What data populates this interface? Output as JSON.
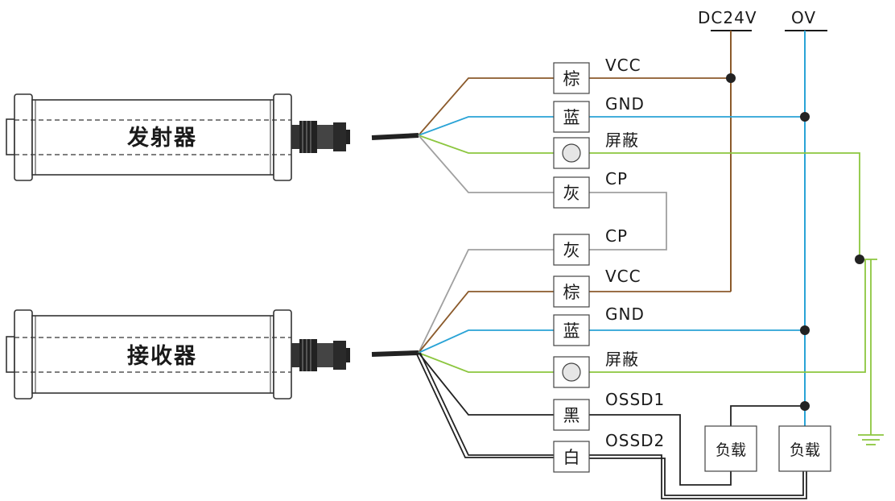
{
  "supply": {
    "positive": "DC24V",
    "negative": "OV"
  },
  "sensors": {
    "emitter": "发射器",
    "receiver": "接收器"
  },
  "emitter_wires": [
    {
      "box": "棕",
      "signal": "VCC"
    },
    {
      "box": "蓝",
      "signal": "GND"
    },
    {
      "box": "",
      "signal": "屏蔽"
    },
    {
      "box": "灰",
      "signal": "CP"
    }
  ],
  "receiver_wires": [
    {
      "box": "灰",
      "signal": "CP"
    },
    {
      "box": "棕",
      "signal": "VCC"
    },
    {
      "box": "蓝",
      "signal": "GND"
    },
    {
      "box": "",
      "signal": "屏蔽"
    },
    {
      "box": "黑",
      "signal": "OSSD1"
    },
    {
      "box": "白",
      "signal": "OSSD2"
    }
  ],
  "loads": [
    "负载",
    "负载"
  ],
  "colors": {
    "brown": "#8b5a2b",
    "blue": "#29a3d6",
    "green": "#8cc63f",
    "gray": "#a0a0a0",
    "black": "#222222"
  }
}
